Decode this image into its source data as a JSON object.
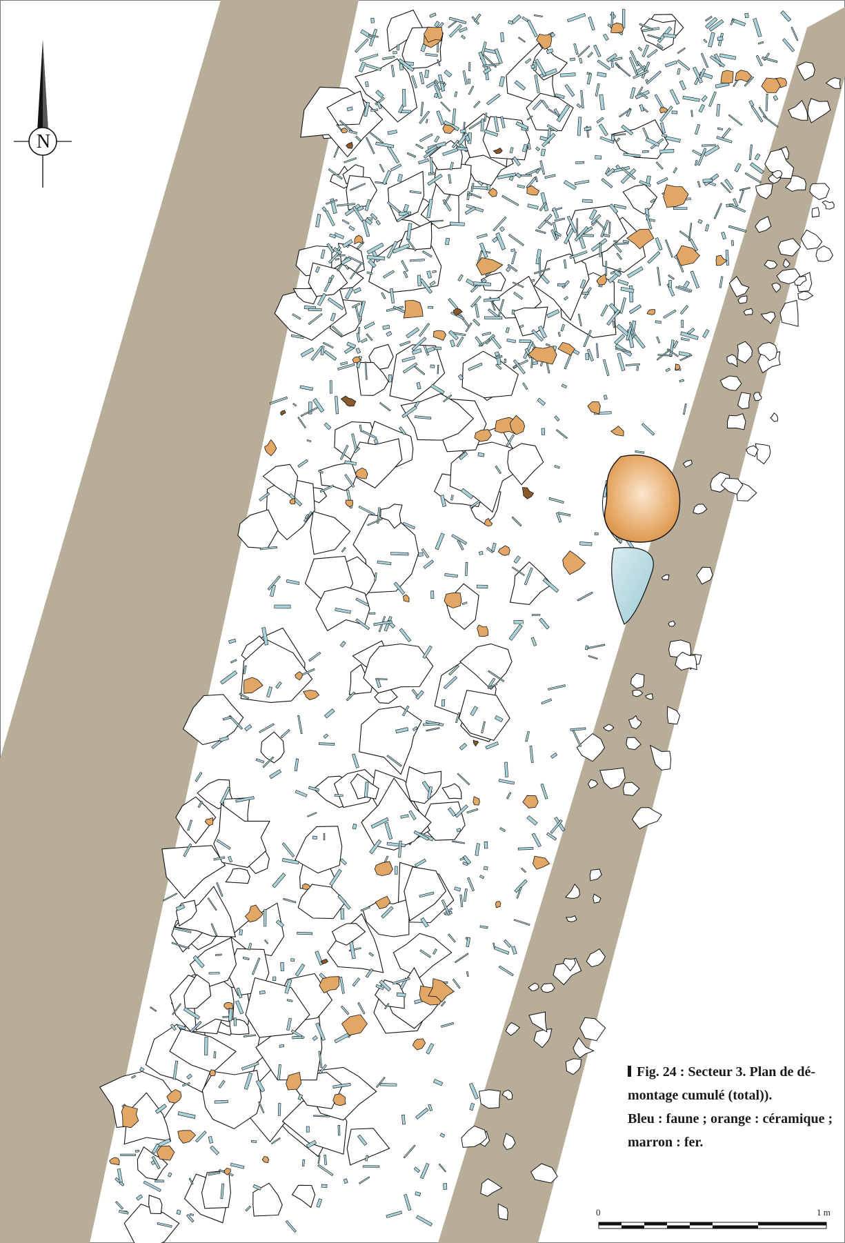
{
  "north": {
    "label": "N",
    "icon": "north-arrow-icon"
  },
  "caption": {
    "fig_line": "Fig. 24 : Secteur 3. Plan de dé-",
    "line2": "montage cumulé (total)).",
    "line3": "Bleu : faune ; orange : céramique ;",
    "line4": "marron : fer."
  },
  "scale": {
    "start_label": "0",
    "end_label": "1 m"
  },
  "legend_colors": {
    "faune": "#a9d3da",
    "ceramique": "#e2a764",
    "fer": "#8a5a2b",
    "balk": "#b8ad98"
  }
}
